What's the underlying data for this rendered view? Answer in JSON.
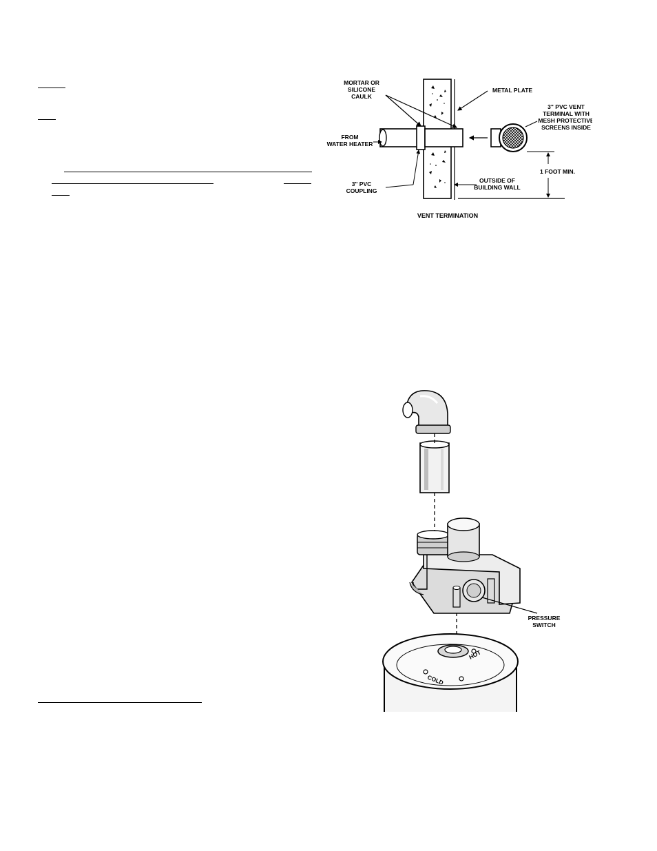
{
  "vent_termination": {
    "title": "VENT TERMINATION",
    "labels": {
      "mortar": [
        "MORTAR OR",
        "SILICONE",
        "CAULK"
      ],
      "metal_plate": "METAL PLATE",
      "pvc_terminal": [
        "3\" PVC VENT",
        "TERMINAL WITH",
        "MESH PROTECTIVE",
        "SCREENS INSIDE"
      ],
      "from_heater": [
        "FROM",
        "WATER HEATER"
      ],
      "one_foot": "1 FOOT MIN.",
      "outside_wall": [
        "OUTSIDE OF",
        "BUILDING WALL"
      ],
      "coupling": [
        "3\" PVC",
        "COUPLING"
      ]
    }
  },
  "heater_assembly": {
    "labels": {
      "pressure_switch": [
        "PRESSURE",
        "SWITCH"
      ],
      "hot": "HOT",
      "cold": "COLD"
    }
  }
}
